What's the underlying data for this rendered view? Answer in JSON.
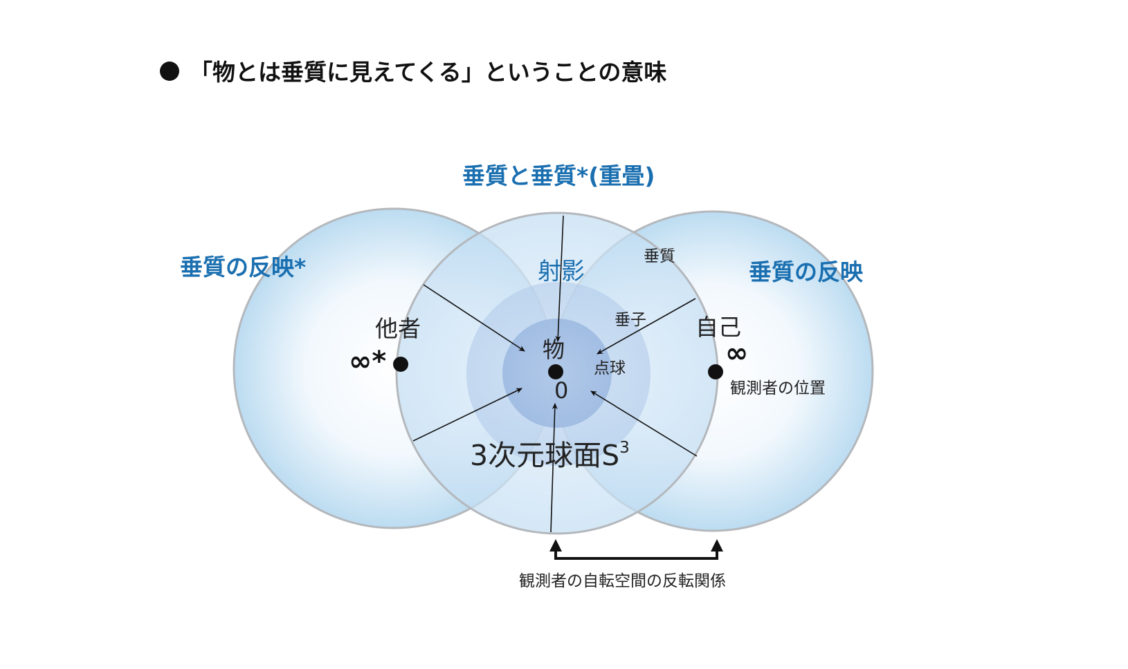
{
  "title": "「物とは垂質に見えてくる」ということの意味",
  "labels": {
    "top_blue": "垂質と垂質*(重畳)",
    "left_blue": "垂質の反映*",
    "right_blue": "垂質の反映",
    "projection": "射影",
    "suishitsu": "垂質",
    "suishi": "垂子",
    "other": "他者",
    "self": "自己",
    "inf_star": "∞*",
    "inf": "∞",
    "mono": "物",
    "tenkyu": "点球",
    "zero": "0",
    "observer_pos": "観測者の位置",
    "sphere_main": "3次元球面S",
    "sphere_sup": "3",
    "relation": "観測者の自転空間の反転関係"
  },
  "colors": {
    "blue_text": "#1a6fb0",
    "circle_stroke": "#b4b8bc",
    "fill_light": "#cfe6f6",
    "fill_mid": "#b8d4ee",
    "fill_core": "#9fbde4"
  }
}
